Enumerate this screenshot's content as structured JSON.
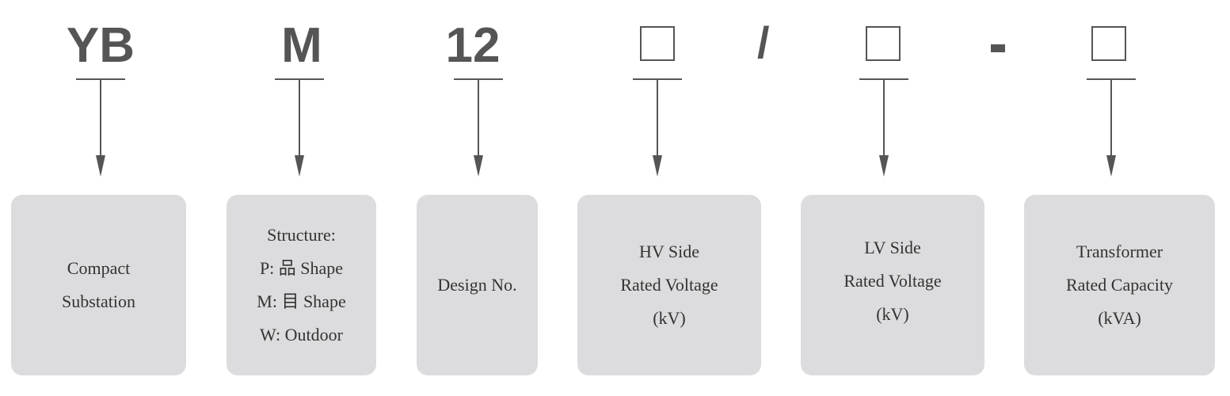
{
  "codes": {
    "yb": "YB",
    "m": "M",
    "n12": "12",
    "slash": "/",
    "dash": "-"
  },
  "boxes": {
    "compact": [
      "Compact",
      "Substation"
    ],
    "structure": [
      "Structure:",
      "P: 品 Shape",
      "M: 目 Shape",
      "W: Outdoor"
    ],
    "design": [
      "Design No."
    ],
    "hv": [
      "HV Side",
      "Rated Voltage",
      "(kV)"
    ],
    "lv": [
      "LV Side",
      "Rated Voltage",
      "(kV)"
    ],
    "capacity": [
      "Transformer",
      "Rated Capacity",
      "(kVA)"
    ]
  },
  "colors": {
    "code_text": "#555555",
    "box_fill": "#dcdcde",
    "box_text": "#333333",
    "line": "#555555"
  }
}
